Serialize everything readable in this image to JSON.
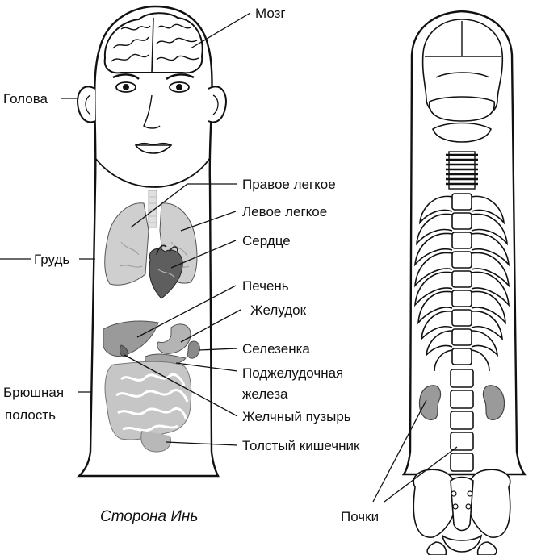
{
  "labels": {
    "brain": "Мозг",
    "head": "Голова",
    "right_lung": "Правое легкое",
    "left_lung": "Левое легкое",
    "chest": "Грудь",
    "heart": "Сердце",
    "liver": "Печень",
    "stomach": "Желудок",
    "spleen": "Селезенка",
    "pancreas_line1": "Поджелудочная",
    "pancreas_line2": "железа",
    "abdomen_line1": "Брюшная",
    "abdomen_line2": "полость",
    "gallbladder": "Желчный пузырь",
    "colon": "Толстый кишечник",
    "kidneys": "Почки"
  },
  "caption": "Сторона Инь",
  "colors": {
    "ink": "#111111",
    "organ_fill": "#c8c8c8",
    "organ_dark": "#6a6a6a",
    "kidney_fill": "#9a9a9a"
  }
}
